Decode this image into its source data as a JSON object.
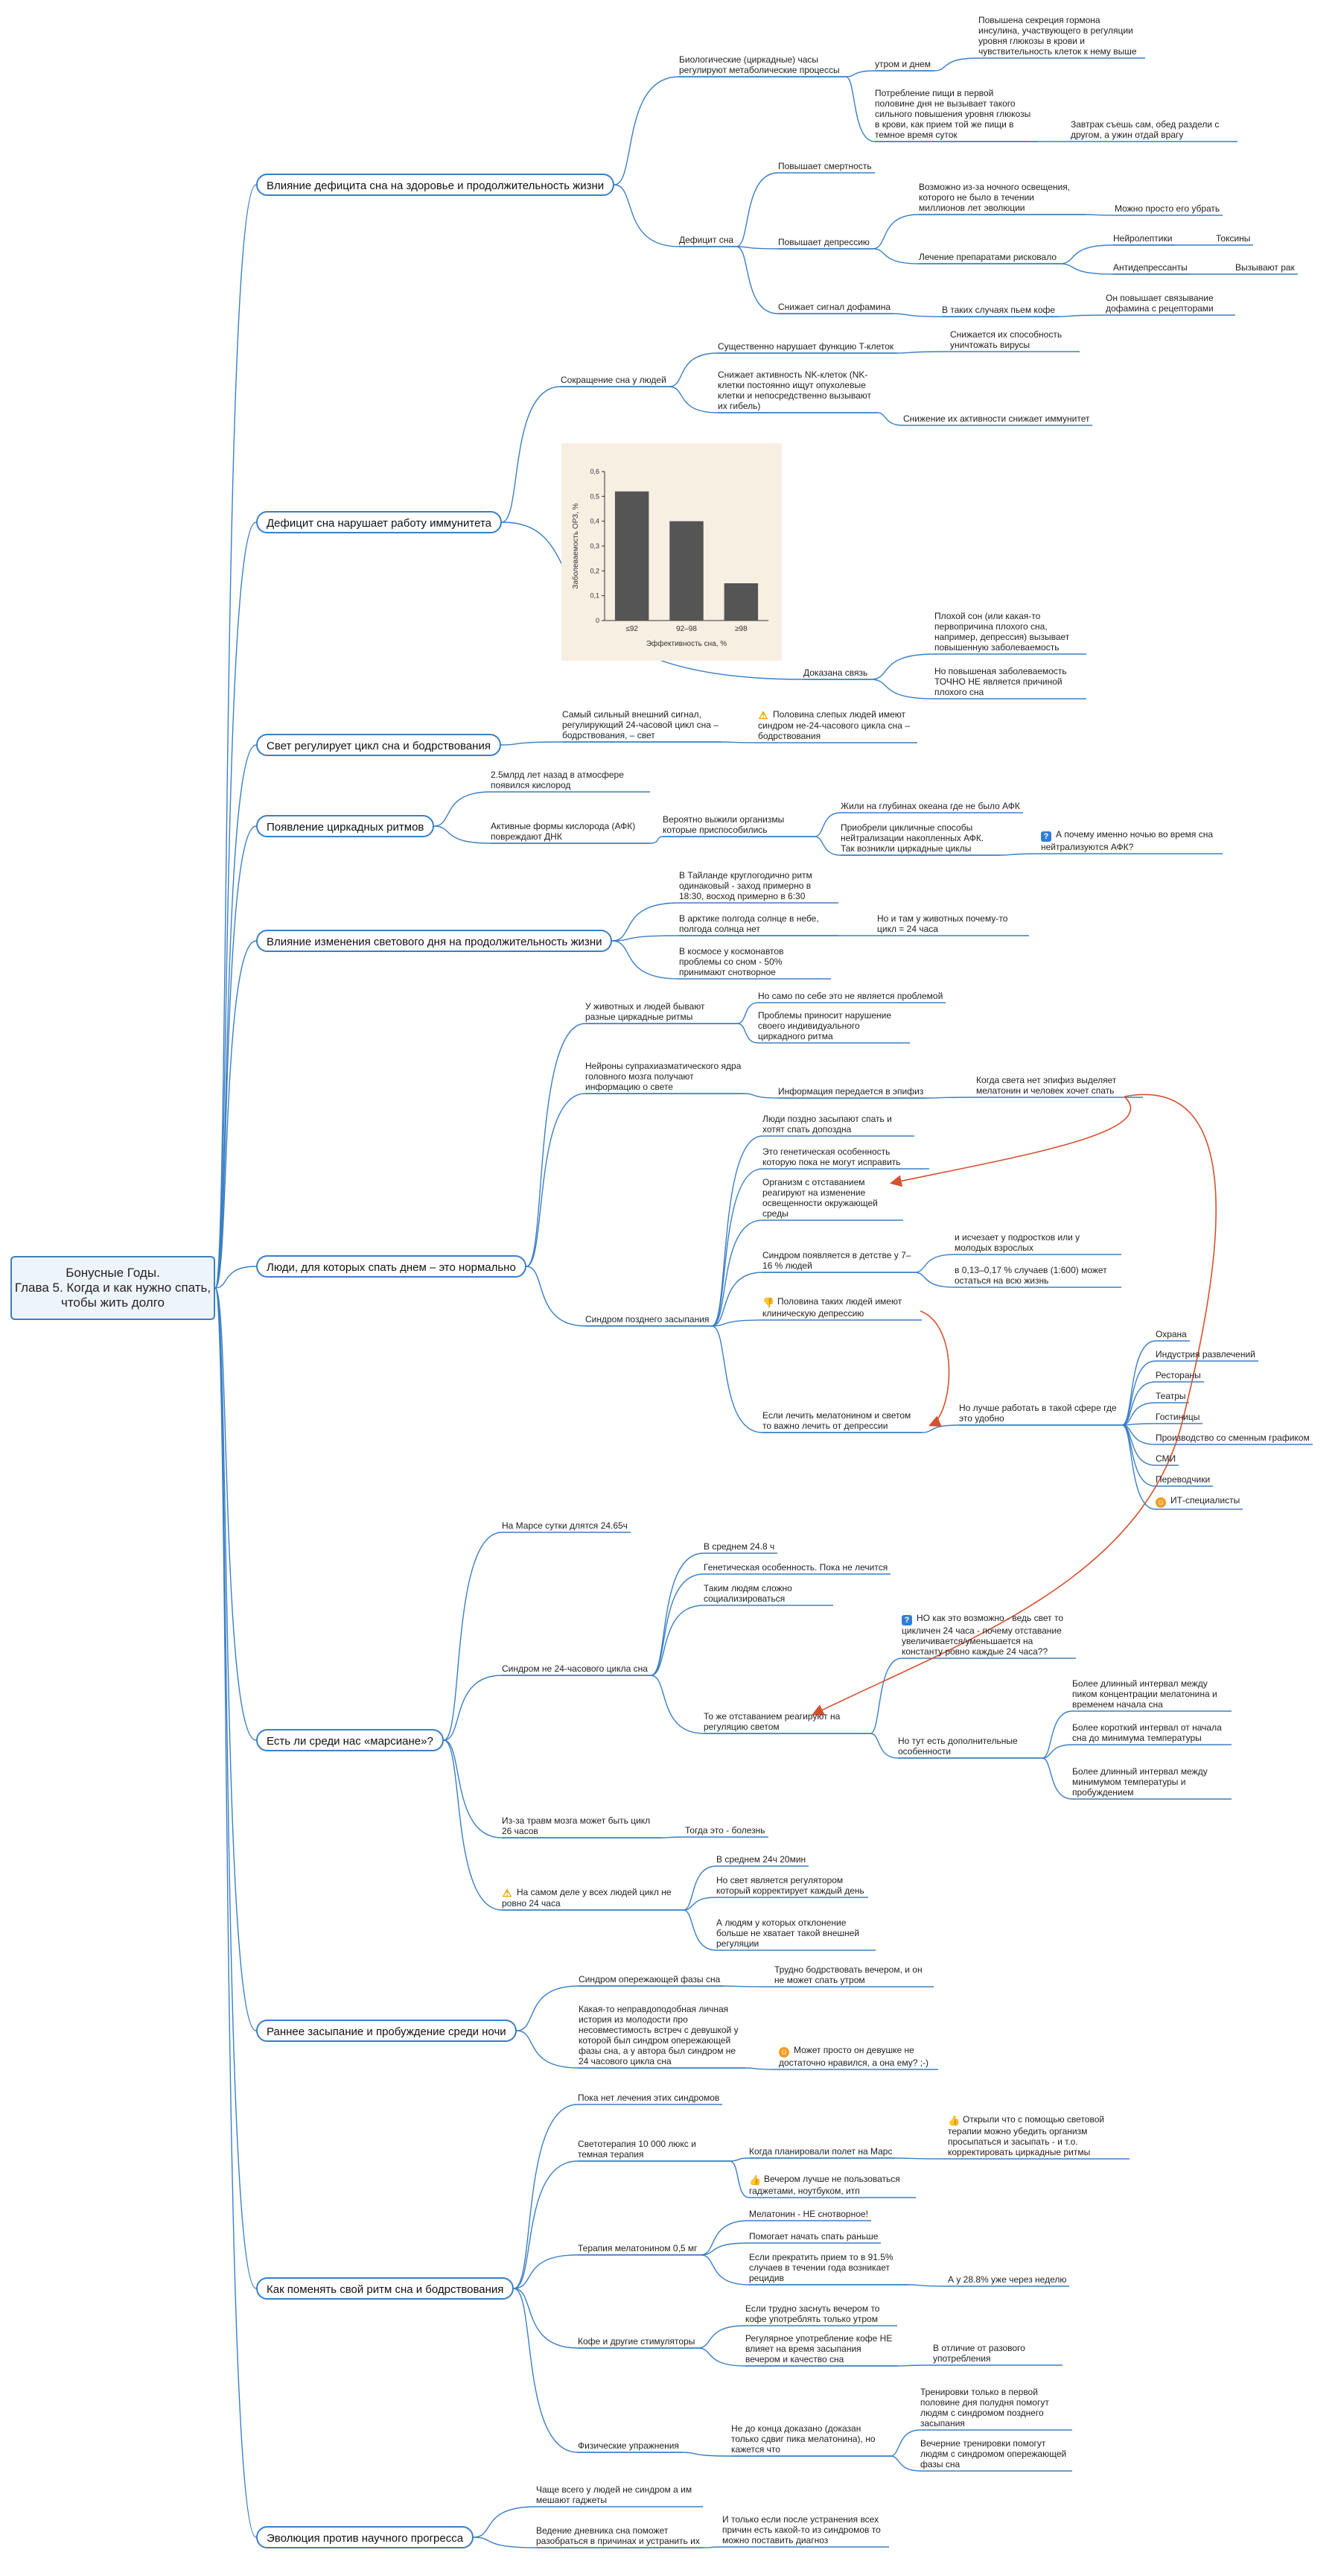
{
  "root": "Бонусные Годы.\nГлава 5. Когда и как нужно спать, чтобы жить долго",
  "icons": {
    "question": "question-icon",
    "warning": "warning-icon",
    "smile": "smile-icon",
    "thumbs_up": "thumbs-up-icon",
    "thumbs_down": "thumbs-down-icon"
  },
  "colors": {
    "connector": "#3b7fc4",
    "arrow": "#d5512e",
    "chart_bg": "#f7efe2",
    "bar": "#555555"
  },
  "topics": [
    {
      "label": "Влияние дефицита сна на здоровье и продолжительность жизни",
      "items": [
        "Биологические (циркадные) часы регулируют метаболические процессы",
        "утром и днем",
        "Повышена секреция гормона инсулина, участвующего в регуляции уровня глюкозы в крови и чувствительность клеток к нему выше",
        "Потребление пищи в первой половине дня не вызывает такого сильного повышения уровня глюкозы в крови, как прием той же пищи в темное время суток",
        "Завтрак съешь сам, обед раздели с другом, а ужин отдай врагу",
        "Дефицит сна",
        "Повышает смертность",
        "Повышает депрессию",
        "Возможно из-за ночного освещения, которого не было в течении миллионов лет эволюции",
        "Можно просто его убрать",
        "Лечение препаратами рисковало",
        "Нейролептики",
        "Токсины",
        "Антидепрессанты",
        "Вызывают рак",
        "Снижает сигнал дофамина",
        "В таких случаях пьем кофе",
        "Он повышает связывание дофамина с рецепторами"
      ]
    },
    {
      "label": "Дефицит сна нарушает работу иммунитета",
      "items": [
        "Сокращение сна у людей",
        "Существенно нарушает функцию T-клеток",
        "Снижается их способность уничтожать вирусы",
        "Снижает активность NK-клеток (NK-клетки постоянно ищут опухолевые клетки и непосредственно вызывают их гибель)",
        "Снижение их активности снижает иммунитет",
        "Доказана связь",
        "Плохой сон (или какая-то первопричина плохого сна, например, депрессия) вызывает повышенную заболеваемость",
        "Но повышеная заболеваемость ТОЧНО НЕ является причиной плохого сна"
      ]
    },
    {
      "label": "Свет регулирует цикл сна и бодрствования",
      "items": [
        "Самый сильный внешний сигнал, регулирующий 24-часовой цикл сна – бодрствования, – свет",
        "Половина слепых людей имеют синдром не-24-часового цикла сна – бодрствования"
      ]
    },
    {
      "label": "Появление циркадных ритмов",
      "items": [
        "2.5млрд лет назад в атмосфере появился кислород",
        "Активные формы кислорода (АФК) повреждают ДНК",
        "Вероятно выжили организмы которые приспособились",
        "Жили на глубинах океана где не было АФК",
        "Приобрели цикличные способы нейтрализации накопленных АФК. Так возникли циркадные циклы",
        "А почему именно ночью во время сна нейтрализуются АФК?"
      ]
    },
    {
      "label": "Влияние изменения светового дня на продолжительность жизни",
      "items": [
        "В Тайланде круглогодично ритм одинаковый - заход примерно в 18:30, восход примерно в 6:30",
        "В арктике полгода солнце в небе, полгода солнца нет",
        "Но и там у животных почему-то цикл = 24 часа",
        "В космосе у космонавтов проблемы со сном - 50% принимают снотворное"
      ]
    },
    {
      "label": "Люди, для которых спать днем – это нормально",
      "items": [
        "У животных и людей бывают разные циркадные ритмы",
        "Но само по себе это не является проблемой",
        "Проблемы приносит нарушение своего индивидуального циркадного ритма",
        "Нейроны супрахиазматического ядра головного мозга получают информацию о свете",
        "Информация передается в эпифиз",
        "Когда света нет эпифиз выделяет мелатонин и человек хочет спать",
        "Синдром позднего засыпания",
        "Люди поздно засыпают спать и хотят спать допоздна",
        "Это генетическая особенность которую пока не могут исправить",
        "Организм с отставанием реагируют на изменение освещенности окружающей среды",
        "Синдром появляется в детстве у 7–16 % людей",
        "и исчезает у подростков или у молодых взрослых",
        "в 0,13–0,17 % случаев (1:600) может остаться на всю жизнь",
        "Половина таких людей имеют клиническую депрессию",
        "Если лечить мелатонином и светом то важно лечить от депрессии",
        "Но лучше работать в такой сфере где это удобно",
        "Охрана",
        "Индустрия развлечений",
        "Рестораны",
        "Театры",
        "Гостиницы",
        "Производство со сменным графиком",
        "СМИ",
        "Переводчики",
        "ИТ-специалисты"
      ]
    },
    {
      "label": "Есть ли среди нас «марсиане»?",
      "items": [
        "На Марсе сутки длятся 24.65ч",
        "Синдром не 24-часового цикла сна",
        "В среднем 24.8 ч",
        "Генетическая особенность. Пока не лечится",
        "Таким людям сложно социализироваться",
        "НО как это возможно - ведь свет то цикличен 24 часа - почему отставание увеличивается/уменьшается на константу ровно каждые 24 часа??",
        "То же отставанием реагируют на регуляцию светом",
        "Но тут есть дополнительные особенности",
        "Более длинный интервал между пиком концентрации мелатонина и временем начала сна",
        "Более короткий интервал от начала сна до минимума температуры",
        "Более длинный интервал между минимумом температуры и пробуждением",
        "Из-за травм мозга может быть цикл 26 часов",
        "Тогда это - болезнь",
        "На самом деле у всех людей цикл не ровно 24 часа",
        "В среднем 24ч 20мин",
        "Но свет является регулятором который корректирует каждый день",
        "А людям у которых отклонение больше не хватает такой внешней регуляции"
      ]
    },
    {
      "label": "Раннее засыпание и пробуждение среди ночи",
      "items": [
        "Синдром опережающей фазы сна",
        "Трудно бодрствовать вечером, и он не может спать утром",
        "Какая-то неправдоподобная личная история из молодости про несовместимость встреч с девушкой у которой был синдром опережающей фазы сна, а у автора был синдром не 24 часового цикла сна",
        "Может просто он девушке не достаточно нравился, а она ему? ;-)"
      ]
    },
    {
      "label": "Как поменять свой ритм сна и бодрствования",
      "items": [
        "Пока нет лечения этих синдромов",
        "Светотерапия 10 000 люкс и темная терапия",
        "Когда планировали полет на Марс",
        "Открыли что с помощью световой терапии можно убедить организм просыпаться и засыпать - и т.о. корректировать циркадные ритмы",
        "Вечером лучше не пользоваться гаджетами, ноутбуком, итп",
        "Терапия мелатонином 0,5 мг",
        "Мелатонин - НЕ снотворное!",
        "Помогает начать спать раньше",
        "Если прекратить прием то в 91.5% случаев в течении года возникает рецидив",
        "А у 28.8% уже через неделю",
        "Кофе и другие стимуляторы",
        "Если трудно заснуть вечером то кофе употреблять только утром",
        "Регулярное употребление кофе НЕ влияет на время засыпания вечером и качество сна",
        "В отличие от разового употребления",
        "Физические упражнения",
        "Не до конца доказано (доказан только сдвиг пика мелатонина), но кажется что",
        "Тренировки только в первой половине дня полудня помогут людям с синдромом позднего засыпания",
        "Вечерние тренировки помогут людям с синдромом опережающей фазы сна"
      ]
    },
    {
      "label": "Эволюция против научного прогресса",
      "items": [
        "Чаще всего у людей не синдром а им мешают гаджеты",
        "Ведение дневника сна поможет разобраться в причинах и устранить их",
        "И только если после устранения всех причин есть какой-то из синдромов то можно поставить диагноз"
      ]
    }
  ],
  "chart_data": {
    "type": "bar",
    "categories": [
      "≤92",
      "92–98",
      "≥98"
    ],
    "values": [
      0.52,
      0.4,
      0.15
    ],
    "xlabel": "Эффективность сна, %",
    "ylabel": "Заболеваемость ОРЗ, %",
    "ylim": [
      0,
      0.6
    ],
    "yticks": [
      "0",
      "0,1",
      "0,2",
      "0,3",
      "0,4",
      "0,5",
      "0,6"
    ]
  }
}
